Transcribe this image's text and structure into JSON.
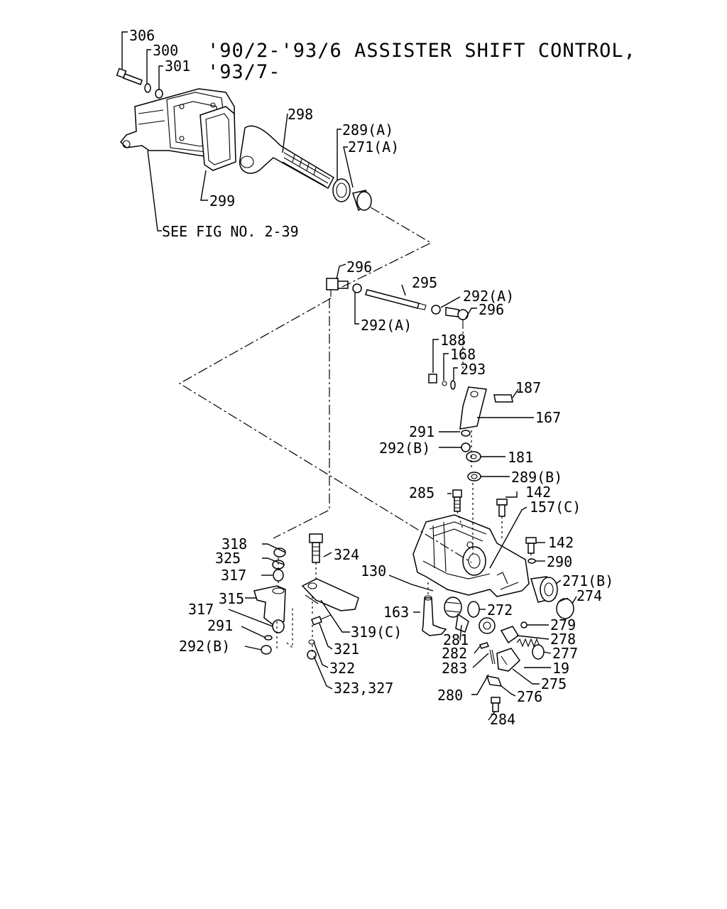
{
  "title": {
    "line1": "'90/2-'93/6 ASSISTER SHIFT CONTROL,",
    "line2": "'93/7-"
  },
  "reference_note": "SEE FIG NO. 2-39",
  "callouts": {
    "p306": "306",
    "p300": "300",
    "p301": "301",
    "p298": "298",
    "p289a": "289(A)",
    "p271a": "271(A)",
    "p299": "299",
    "p296a": "296",
    "p295": "295",
    "p292a_r": "292(A)",
    "p296b": "296",
    "p292a_l": "292(A)",
    "p188": "188",
    "p168": "168",
    "p293": "293",
    "p187": "187",
    "p167": "167",
    "p291a": "291",
    "p292b_a": "292(B)",
    "p181": "181",
    "p289b": "289(B)",
    "p285": "285",
    "p142a": "142",
    "p157c": "157(C)",
    "p142b": "142",
    "p290": "290",
    "p271b": "271(B)",
    "p274": "274",
    "p318": "318",
    "p325": "325",
    "p317a": "317",
    "p324": "324",
    "p130": "130",
    "p315": "315",
    "p317b": "317",
    "p163": "163",
    "p272": "272",
    "p291b": "291",
    "p319c": "319(C)",
    "p281": "281",
    "p279": "279",
    "p278": "278",
    "p292b_b": "292(B)",
    "p321": "321",
    "p282": "282",
    "p277": "277",
    "p283": "283",
    "p19": "19",
    "p322": "322",
    "p275": "275",
    "p323": "323,327",
    "p280": "280",
    "p276": "276",
    "p284": "284"
  }
}
